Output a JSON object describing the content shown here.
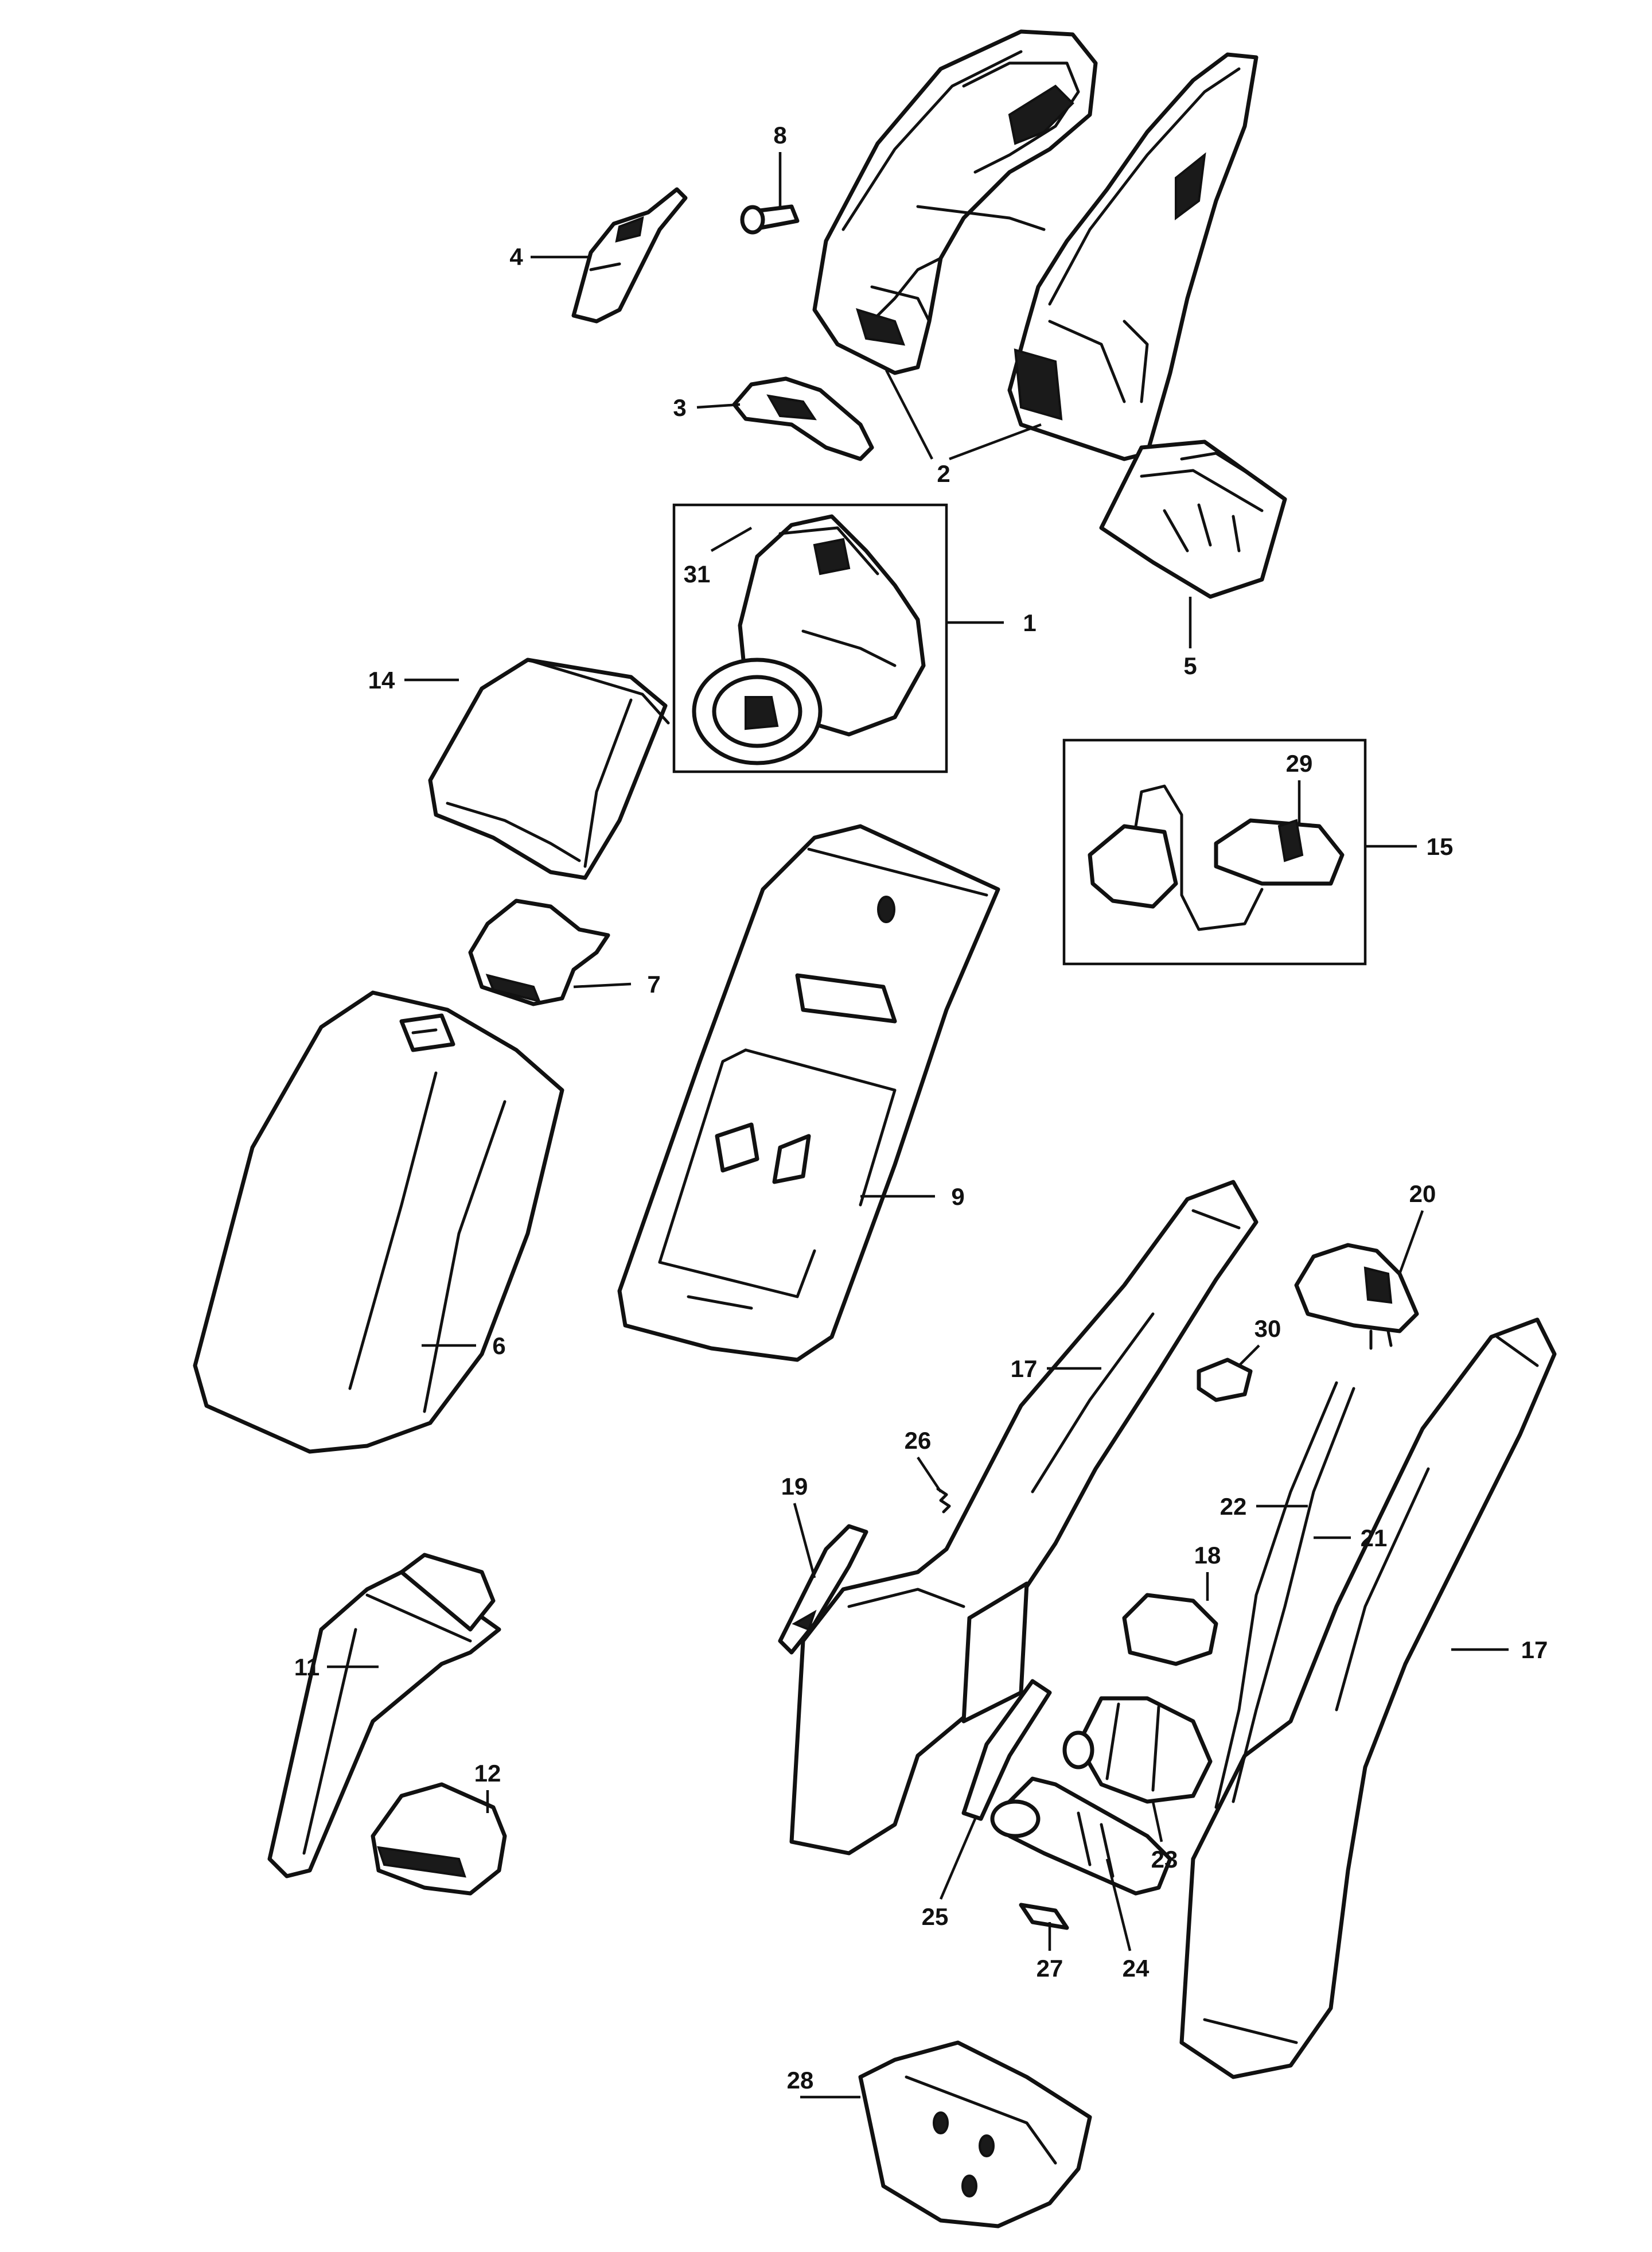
{
  "callouts": [
    {
      "id": "c1",
      "label": "1"
    },
    {
      "id": "c2",
      "label": "2"
    },
    {
      "id": "c3",
      "label": "3"
    },
    {
      "id": "c4",
      "label": "4"
    },
    {
      "id": "c5",
      "label": "5"
    },
    {
      "id": "c6",
      "label": "6"
    },
    {
      "id": "c7",
      "label": "7"
    },
    {
      "id": "c8",
      "label": "8"
    },
    {
      "id": "c9",
      "label": "9"
    },
    {
      "id": "c11",
      "label": "11"
    },
    {
      "id": "c12",
      "label": "12"
    },
    {
      "id": "c14",
      "label": "14"
    },
    {
      "id": "c15",
      "label": "15"
    },
    {
      "id": "c17a",
      "label": "17"
    },
    {
      "id": "c17b",
      "label": "17"
    },
    {
      "id": "c18",
      "label": "18"
    },
    {
      "id": "c19",
      "label": "19"
    },
    {
      "id": "c20",
      "label": "20"
    },
    {
      "id": "c21",
      "label": "21"
    },
    {
      "id": "c22",
      "label": "22"
    },
    {
      "id": "c23",
      "label": "23"
    },
    {
      "id": "c24",
      "label": "24"
    },
    {
      "id": "c25",
      "label": "25"
    },
    {
      "id": "c26",
      "label": "26"
    },
    {
      "id": "c27",
      "label": "27"
    },
    {
      "id": "c28",
      "label": "28"
    },
    {
      "id": "c29",
      "label": "29"
    },
    {
      "id": "c30",
      "label": "30"
    },
    {
      "id": "c31",
      "label": "31"
    }
  ]
}
